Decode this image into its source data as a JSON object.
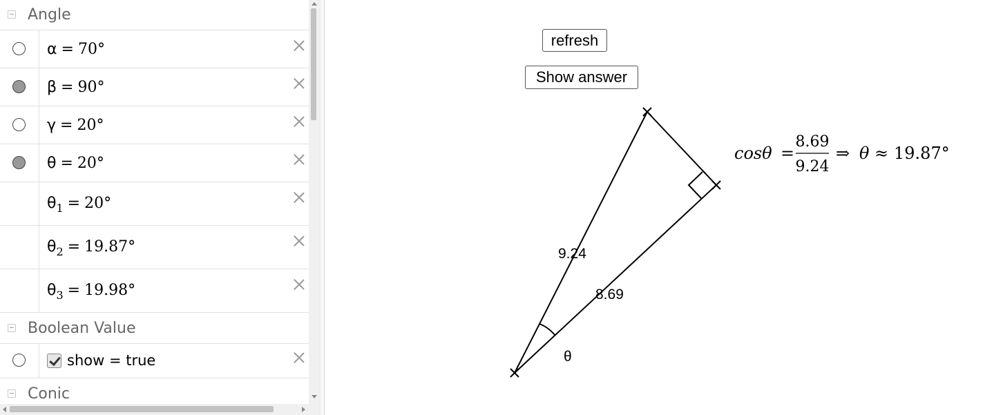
{
  "algebra": {
    "categories": {
      "angle": "Angle",
      "boolean": "Boolean Value",
      "conic": "Conic"
    },
    "angles": [
      {
        "symbol": "α",
        "sub": "",
        "value": "70°",
        "marble": "empty"
      },
      {
        "symbol": "β",
        "sub": "",
        "value": "90°",
        "marble": "filled"
      },
      {
        "symbol": "γ",
        "sub": "",
        "value": "20°",
        "marble": "empty"
      },
      {
        "symbol": "θ",
        "sub": "",
        "value": "20°",
        "marble": "filled"
      },
      {
        "symbol": "θ",
        "sub": "1",
        "value": "20°",
        "marble": "none"
      },
      {
        "symbol": "θ",
        "sub": "2",
        "value": "19.87°",
        "marble": "none"
      },
      {
        "symbol": "θ",
        "sub": "3",
        "value": "19.98°",
        "marble": "none"
      }
    ],
    "boolean": {
      "name": "show",
      "value": "true",
      "checked": true
    }
  },
  "graphics": {
    "buttons": {
      "refresh": "refresh",
      "show_answer": "Show answer"
    },
    "labels": {
      "hypotenuse": "9.24",
      "adjacent": "8.69",
      "angle": "θ"
    },
    "formula": {
      "lhs": "cosθ",
      "numerator": "8.69",
      "denominator": "9.24",
      "implies": "⇒",
      "theta": "θ",
      "approx": "≈",
      "result": "19.87°"
    }
  },
  "colors": {
    "marble_filled": "#999999",
    "line": "#000000",
    "category_text": "#666666"
  }
}
